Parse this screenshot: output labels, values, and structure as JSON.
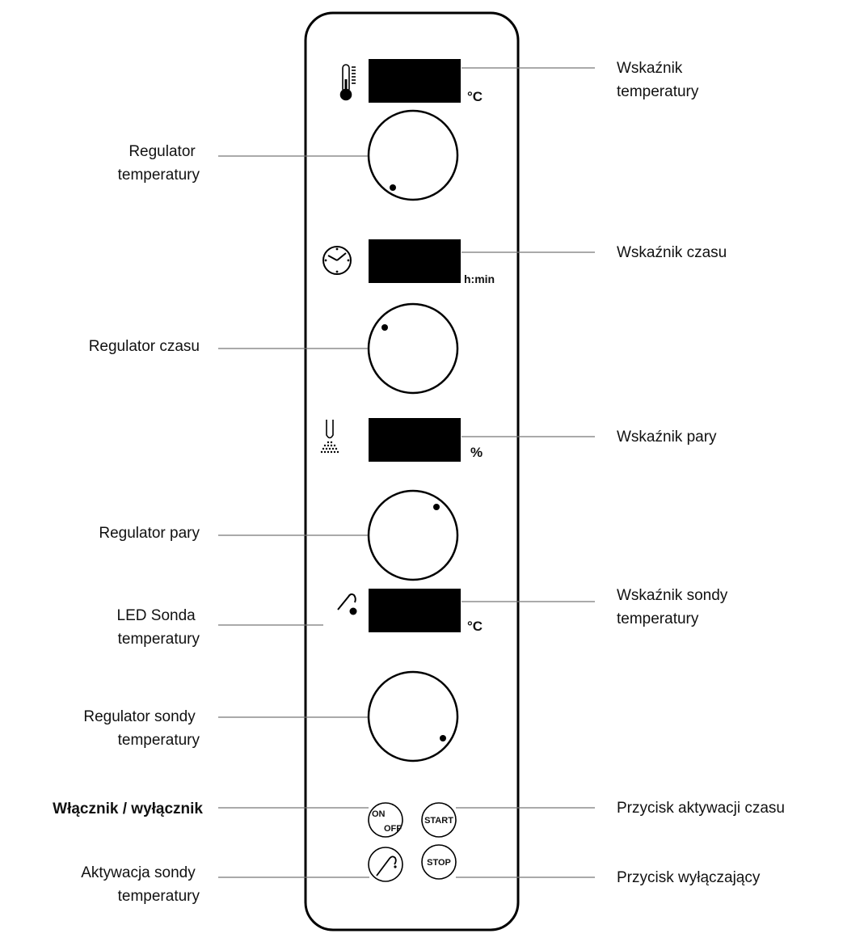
{
  "panel": {
    "displays": [
      {
        "id": "temperature-display",
        "unit": "°C",
        "icon": "thermometer-icon"
      },
      {
        "id": "time-display",
        "unit": "h:min",
        "icon": "clock-icon"
      },
      {
        "id": "steam-display",
        "unit": "%",
        "icon": "steam-icon"
      },
      {
        "id": "probe-display",
        "unit": "°C",
        "icon": "core-probe-icon"
      }
    ],
    "knobs": [
      {
        "id": "temperature-knob"
      },
      {
        "id": "time-knob"
      },
      {
        "id": "steam-knob"
      },
      {
        "id": "probe-knob"
      }
    ],
    "buttons": {
      "on_off": {
        "line1": "ON",
        "line2": "OFF"
      },
      "start": "START",
      "stop": "STOP",
      "probe_icon": "core-probe-icon"
    }
  },
  "labels": {
    "left": [
      {
        "id": "temperature-regulator",
        "lines": [
          "Regulator",
          "temperatury"
        ],
        "bold": false
      },
      {
        "id": "time-regulator",
        "lines": [
          "Regulator czasu"
        ],
        "bold": false
      },
      {
        "id": "steam-regulator",
        "lines": [
          "Regulator pary"
        ],
        "bold": false
      },
      {
        "id": "probe-led",
        "lines": [
          "LED Sonda",
          "temperatury"
        ],
        "bold": false
      },
      {
        "id": "probe-regulator",
        "lines": [
          "Regulator sondy",
          "temperatury"
        ],
        "bold": false
      },
      {
        "id": "power-switch",
        "lines": [
          "Włącznik / wyłącznik"
        ],
        "bold": true
      },
      {
        "id": "probe-activation",
        "lines": [
          "Aktywacja sondy",
          "temperatury"
        ],
        "bold": false
      }
    ],
    "right": [
      {
        "id": "temperature-indicator",
        "lines": [
          "Wskaźnik",
          "temperatury"
        ]
      },
      {
        "id": "time-indicator",
        "lines": [
          "Wskaźnik czasu"
        ]
      },
      {
        "id": "steam-indicator",
        "lines": [
          "Wskaźnik pary"
        ]
      },
      {
        "id": "probe-indicator",
        "lines": [
          "Wskaźnik sondy",
          "temperatury"
        ]
      },
      {
        "id": "time-activation-button",
        "lines": [
          "Przycisk aktywacji czasu"
        ]
      },
      {
        "id": "stop-button-label",
        "lines": [
          "Przycisk wyłączający"
        ]
      }
    ]
  }
}
